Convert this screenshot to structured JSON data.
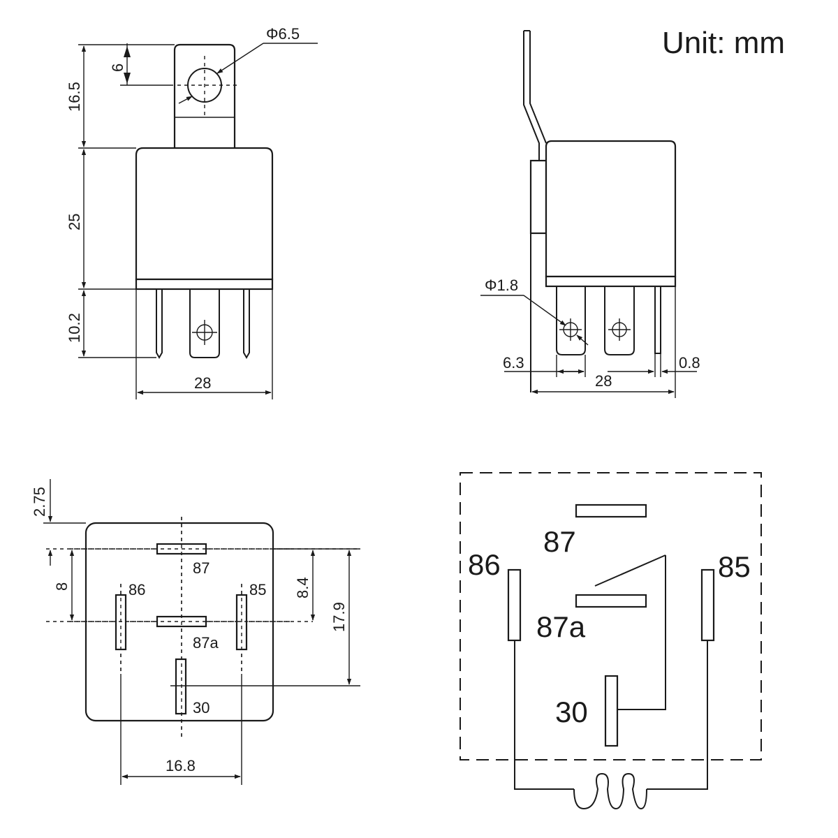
{
  "unit_label": "Unit: mm",
  "front_view": {
    "dims": {
      "hole_diameter": "Φ6.5",
      "hole_offset": "6",
      "bracket_height": "16.5",
      "body_height": "25",
      "pin_length": "10.2",
      "width": "28"
    }
  },
  "side_view": {
    "dims": {
      "hole_diameter": "Φ1.8",
      "terminal_width": "6.3",
      "width": "28",
      "thin_terminal": "0.8"
    }
  },
  "bottom_view": {
    "dims": {
      "top_offset": "2.75",
      "left_vertical": "8",
      "right_inner": "8.4",
      "right_outer": "17.9",
      "bottom_width": "16.8"
    },
    "pins": {
      "p87": "87",
      "p86": "86",
      "p85": "85",
      "p87a": "87a",
      "p30": "30"
    }
  },
  "schematic": {
    "pins": {
      "p87": "87",
      "p86": "86",
      "p85": "85",
      "p87a": "87a",
      "p30": "30"
    }
  }
}
